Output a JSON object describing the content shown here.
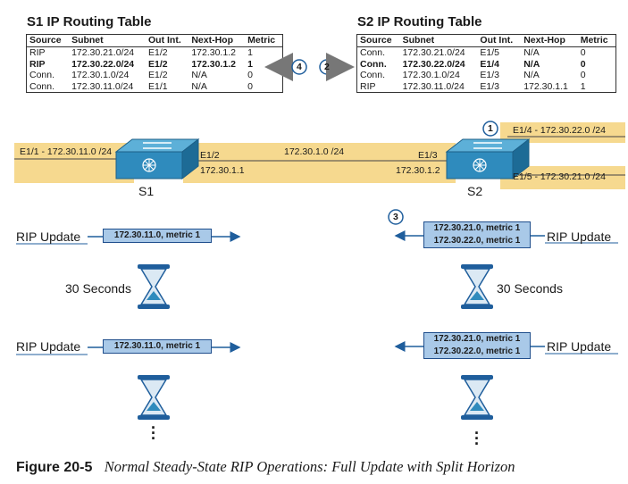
{
  "s1_table": {
    "title": "S1 IP Routing Table",
    "headers": [
      "Source",
      "Subnet",
      "Out Int.",
      "Next-Hop",
      "Metric"
    ],
    "rows": [
      {
        "cells": [
          "RIP",
          "172.30.21.0/24",
          "E1/2",
          "172.30.1.2",
          "1"
        ],
        "bold": false
      },
      {
        "cells": [
          "RIP",
          "172.30.22.0/24",
          "E1/2",
          "172.30.1.2",
          "1"
        ],
        "bold": true
      },
      {
        "cells": [
          "Conn.",
          "172.30.1.0/24",
          "E1/2",
          "N/A",
          "0"
        ],
        "bold": false
      },
      {
        "cells": [
          "Conn.",
          "172.30.11.0/24",
          "E1/1",
          "N/A",
          "0"
        ],
        "bold": false
      }
    ]
  },
  "s2_table": {
    "title": "S2 IP Routing Table",
    "headers": [
      "Source",
      "Subnet",
      "Out Int.",
      "Next-Hop",
      "Metric"
    ],
    "rows": [
      {
        "cells": [
          "Conn.",
          "172.30.21.0/24",
          "E1/5",
          "N/A",
          "0"
        ],
        "bold": false
      },
      {
        "cells": [
          "Conn.",
          "172.30.22.0/24",
          "E1/4",
          "N/A",
          "0"
        ],
        "bold": true
      },
      {
        "cells": [
          "Conn.",
          "172.30.1.0/24",
          "E1/3",
          "N/A",
          "0"
        ],
        "bold": false
      },
      {
        "cells": [
          "RIP",
          "172.30.11.0/24",
          "E1/3",
          "172.30.1.1",
          "1"
        ],
        "bold": false
      }
    ]
  },
  "steps": {
    "one": "1",
    "two": "2",
    "three": "3",
    "four": "4"
  },
  "network": {
    "s1_lan": "E1/1 - 172.30.11.0 /24",
    "link_subnet": "172.30.1.0 /24",
    "s1_if": "E1/2",
    "s1_ip": "172.30.1.1",
    "s2_if": "E1/3",
    "s2_ip": "172.30.1.2",
    "s2_lan_top": "E1/4 - 172.30.22.0 /24",
    "s2_lan_bottom": "E1/5 - 172.30.21.0 /24",
    "s1_name": "S1",
    "s2_name": "S2"
  },
  "updates": {
    "label": "RIP Update",
    "s1_route": "172.30.11.0, metric 1",
    "s2_route_a": "172.30.21.0, metric 1",
    "s2_route_b": "172.30.22.0, metric 1",
    "timer": "30 Seconds"
  },
  "caption": {
    "figure": "Figure 20-5",
    "text": "Normal Steady-State RIP Operations: Full Update with Split Horizon"
  },
  "colors": {
    "subnet_fill": "#f6d98f",
    "router_fill": "#2f8bbd",
    "update_fill": "#a9c9e8",
    "arrow": "#1f5e9c",
    "step_stroke": "#1f5e9c"
  }
}
